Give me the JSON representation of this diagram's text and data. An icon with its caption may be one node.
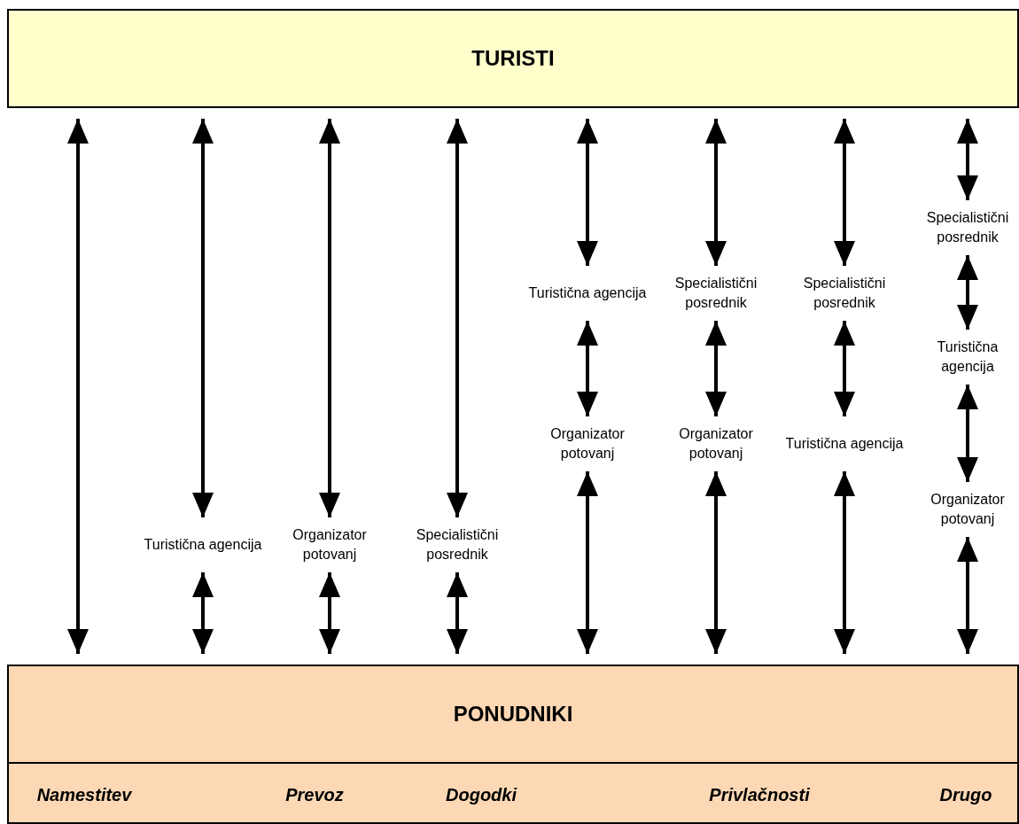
{
  "diagram": {
    "nodes": [
      {
        "text": [
          "TURISTI"
        ]
      },
      {
        "text": [
          "Specialistični posrednik"
        ]
      },
      {
        "text": [
          "Turistična agencija"
        ]
      },
      {
        "text": [
          "Specialistični posrednik"
        ]
      },
      {
        "text": [
          "Specialistični posrednik"
        ]
      },
      {
        "text": [
          "Turistična agencija"
        ]
      },
      {
        "text": [
          "Organizator potovanj"
        ]
      },
      {
        "text": [
          "Organizator potovanj"
        ]
      },
      {
        "text": [
          "Turistična agencija"
        ]
      },
      {
        "text": [
          "Organizator potovanj"
        ]
      },
      {
        "text": [
          "Turistična agencija"
        ]
      },
      {
        "text": [
          "Organizator potovanj"
        ]
      },
      {
        "text": [
          "Specialistični posrednik"
        ]
      },
      {
        "text": [
          "PONUDNIKI"
        ]
      }
    ],
    "edges": [
      {
        "from": 0,
        "to": 13,
        "arrow": "both"
      },
      {
        "from": 0,
        "to": 10,
        "arrow": "both"
      },
      {
        "from": 10,
        "to": 13,
        "arrow": "both"
      },
      {
        "from": 0,
        "to": 11,
        "arrow": "both"
      },
      {
        "from": 11,
        "to": 13,
        "arrow": "both"
      },
      {
        "from": 0,
        "to": 12,
        "arrow": "both"
      },
      {
        "from": 12,
        "to": 13,
        "arrow": "both"
      },
      {
        "from": 0,
        "to": 2,
        "arrow": "both"
      },
      {
        "from": 2,
        "to": 6,
        "arrow": "both"
      },
      {
        "from": 6,
        "to": 13,
        "arrow": "both"
      },
      {
        "from": 0,
        "to": 3,
        "arrow": "both"
      },
      {
        "from": 3,
        "to": 7,
        "arrow": "both"
      },
      {
        "from": 7,
        "to": 13,
        "arrow": "both"
      },
      {
        "from": 0,
        "to": 4,
        "arrow": "both"
      },
      {
        "from": 4,
        "to": 8,
        "arrow": "both"
      },
      {
        "from": 8,
        "to": 13,
        "arrow": "both"
      },
      {
        "from": 0,
        "to": 1,
        "arrow": "both"
      },
      {
        "from": 1,
        "to": 5,
        "arrow": "both"
      },
      {
        "from": 5,
        "to": 9,
        "arrow": "both"
      },
      {
        "from": 9,
        "to": 13,
        "arrow": "both"
      }
    ],
    "labels": [
      "Namestitev",
      "Prevoz",
      "Dogodki",
      "Privlačnosti",
      "Drugo"
    ]
  }
}
